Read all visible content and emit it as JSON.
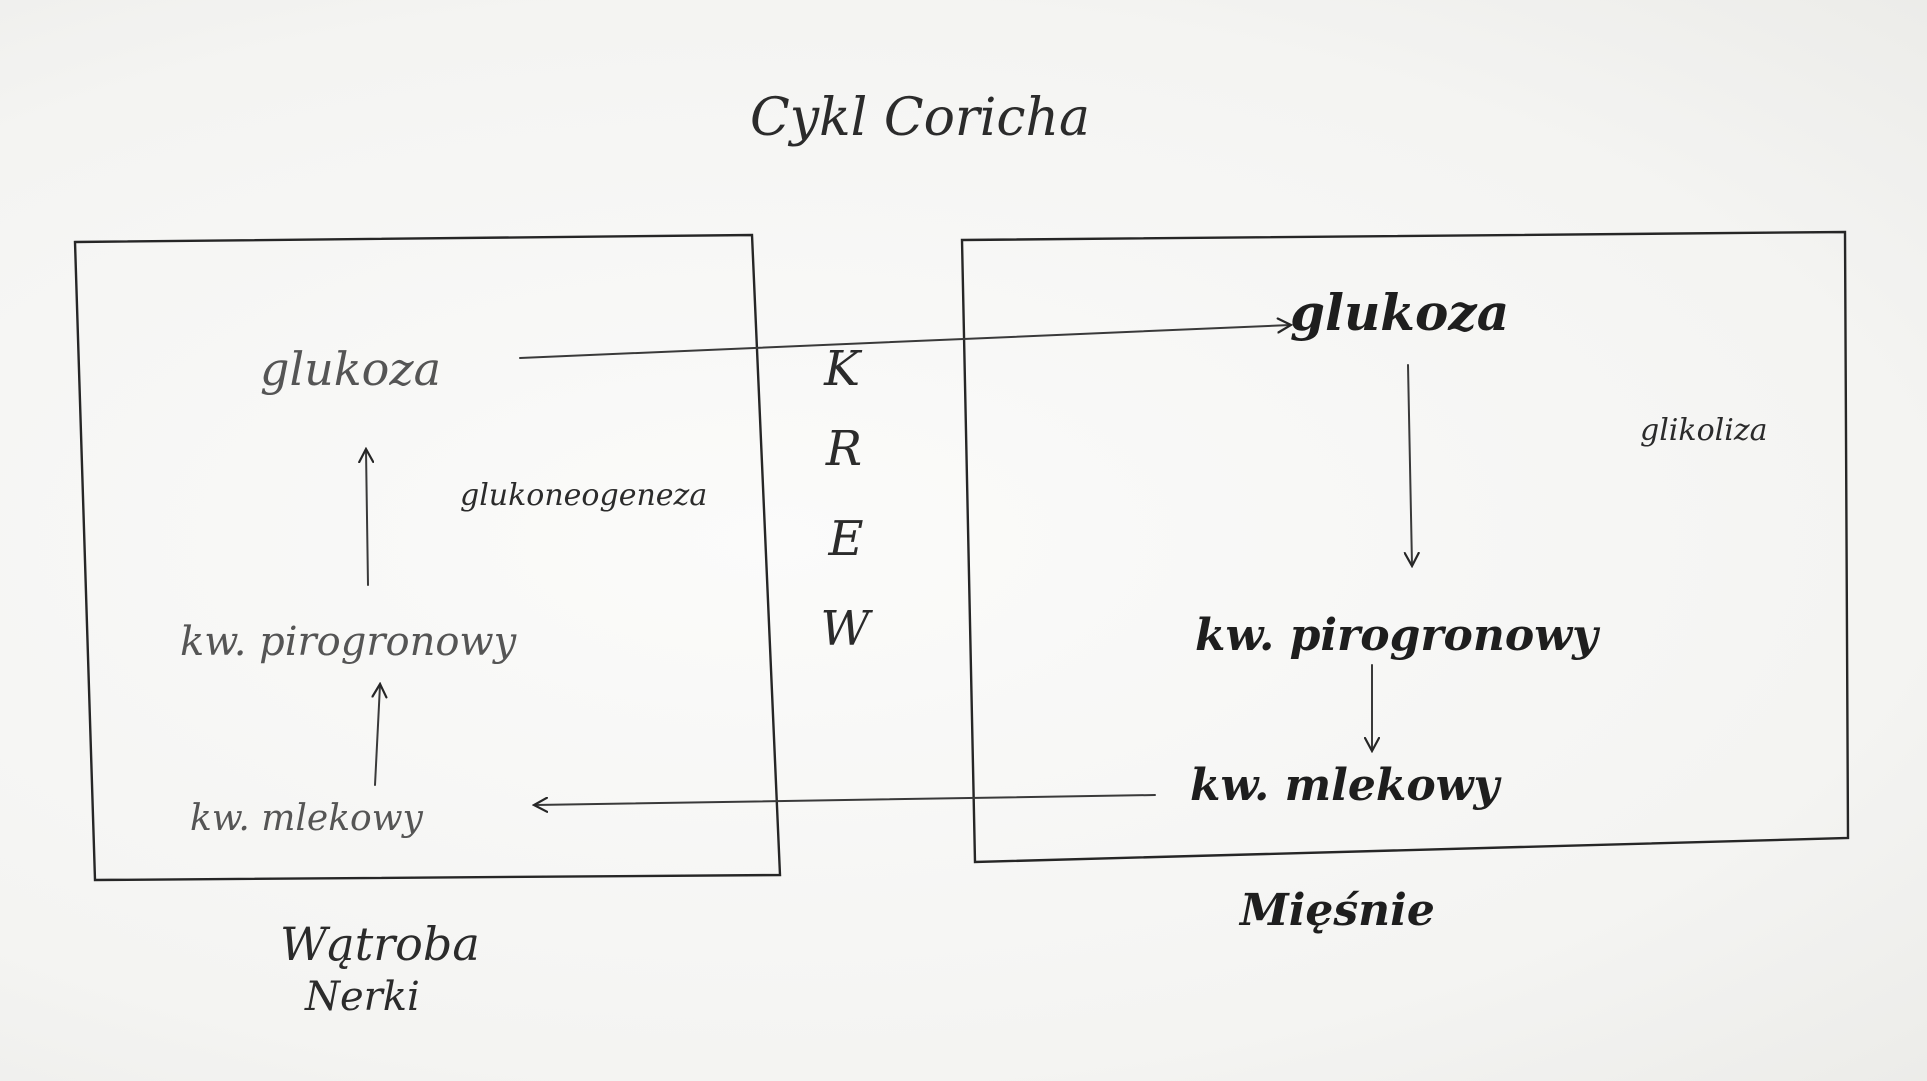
{
  "title": "Cykl Coricha",
  "left_box": {
    "glucose": "glukoza",
    "process": "glukoneogeneza",
    "pyruvate": "kw. pirogronowy",
    "lactate": "kw. mlekowy",
    "organ_1": "Wątroba",
    "organ_2": "Nerki"
  },
  "blood": {
    "letters": [
      "K",
      "R",
      "E",
      "W"
    ]
  },
  "right_box": {
    "glucose": "glukoza",
    "process": "glikoliza",
    "pyruvate": "kw. pirogronowy",
    "lactate": "kw. mlekowy",
    "organ": "Mięśnie"
  }
}
